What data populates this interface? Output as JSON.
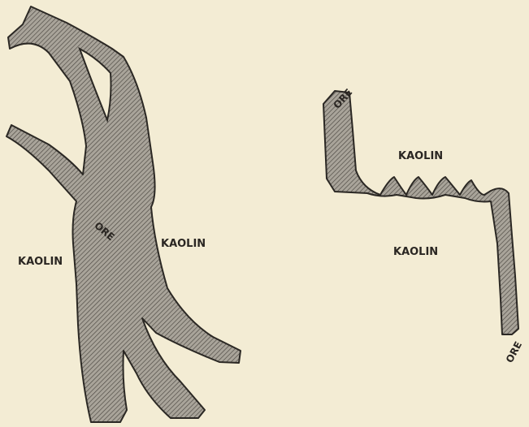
{
  "labels": {
    "left_kaolin_left": "KAOLIN",
    "left_kaolin_right": "KAOLIN",
    "left_ore": "ORE",
    "right_ore_top": "ORE",
    "right_kaolin_upper": "KAOLIN",
    "right_kaolin_lower": "KAOLIN",
    "right_ore_bottom": "ORE"
  },
  "colors": {
    "paper": "#f3ecd4",
    "ore_fill": "#a9a49a",
    "ore_hatch": "#4a4640",
    "ink": "#2a2622"
  }
}
